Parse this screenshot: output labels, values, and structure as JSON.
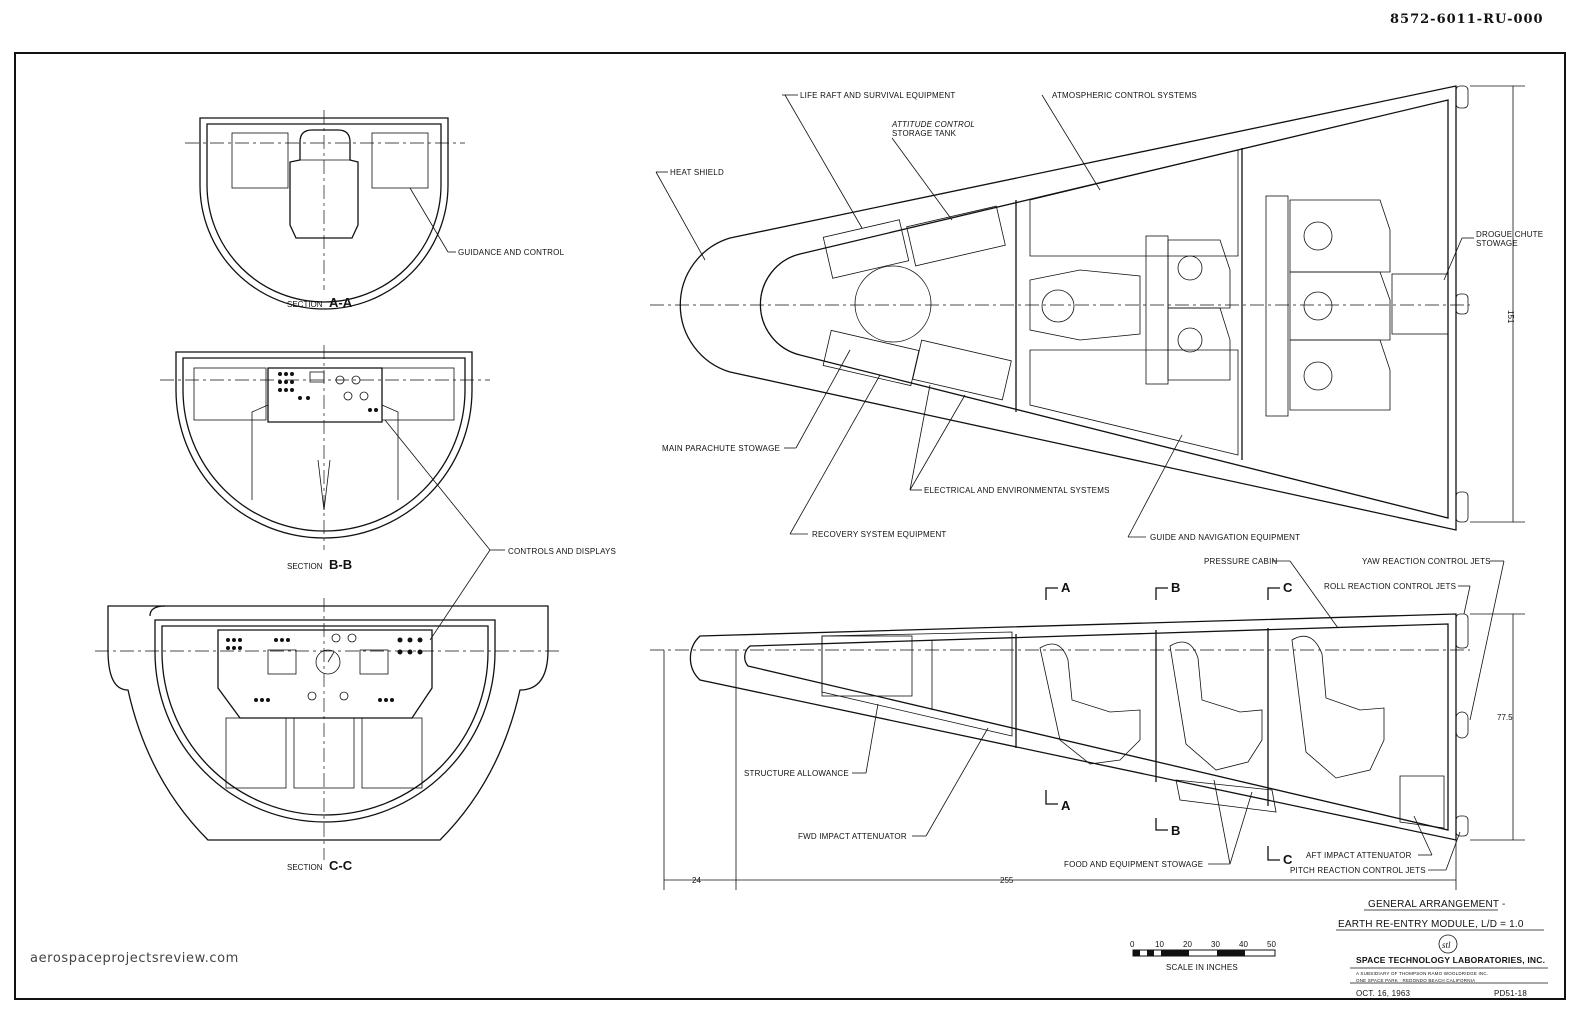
{
  "document_number": "8572-6011-RU-000",
  "watermark": "aerospaceprojectsreview.com",
  "sections": {
    "a": {
      "label": "SECTION",
      "letters": "A-A"
    },
    "b": {
      "label": "SECTION",
      "letters": "B-B"
    },
    "c": {
      "label": "SECTION",
      "letters": "C-C"
    }
  },
  "labels": {
    "guidance_and_control": "GUIDANCE AND CONTROL",
    "controls_and_displays": "CONTROLS AND DISPLAYS",
    "life_raft": "LIFE RAFT AND SURVIVAL EQUIPMENT",
    "attitude_control_tank_1": "ATTITUDE CONTROL",
    "attitude_control_tank_2": "STORAGE TANK",
    "atmospheric_control": "ATMOSPHERIC CONTROL SYSTEMS",
    "heat_shield": "HEAT SHIELD",
    "drogue_chute_1": "DROGUE CHUTE",
    "drogue_chute_2": "STOWAGE",
    "main_parachute": "MAIN PARACHUTE STOWAGE",
    "electrical_env": "ELECTRICAL AND ENVIRONMENTAL SYSTEMS",
    "recovery_system": "RECOVERY SYSTEM EQUIPMENT",
    "guide_navigation": "GUIDE AND NAVIGATION EQUIPMENT",
    "pressure_cabin": "PRESSURE CABIN",
    "yaw_jets": "YAW REACTION CONTROL JETS",
    "roll_jets": "ROLL REACTION CONTROL JETS",
    "structure_allowance": "STRUCTURE ALLOWANCE",
    "fwd_impact": "FWD IMPACT ATTENUATOR",
    "food_stowage": "FOOD AND EQUIPMENT STOWAGE",
    "aft_impact": "AFT IMPACT ATTENUATOR",
    "pitch_jets": "PITCH REACTION CONTROL JETS"
  },
  "section_marks": {
    "a": "A",
    "b": "B",
    "c": "C"
  },
  "dimensions": {
    "width": "151",
    "height": "77.5",
    "nose": "24",
    "length": "255"
  },
  "title_block": {
    "title_1": "GENERAL ARRANGEMENT -",
    "title_2": "EARTH RE-ENTRY MODULE, L/D = 1.0",
    "company": "SPACE TECHNOLOGY LABORATORIES, INC.",
    "subsidiary": "A SUBSIDIARY OF THOMPSON RAMO WOOLDRIDGE INC.",
    "address": "ONE SPACE PARK · REDONDO BEACH CALIFORNIA",
    "date": "OCT. 16, 1963",
    "drawing_no": "PD51-18",
    "logo": "stl-logo"
  },
  "scale": {
    "ticks": [
      "0",
      "10",
      "20",
      "30",
      "40",
      "50"
    ],
    "caption": "SCALE IN INCHES"
  }
}
